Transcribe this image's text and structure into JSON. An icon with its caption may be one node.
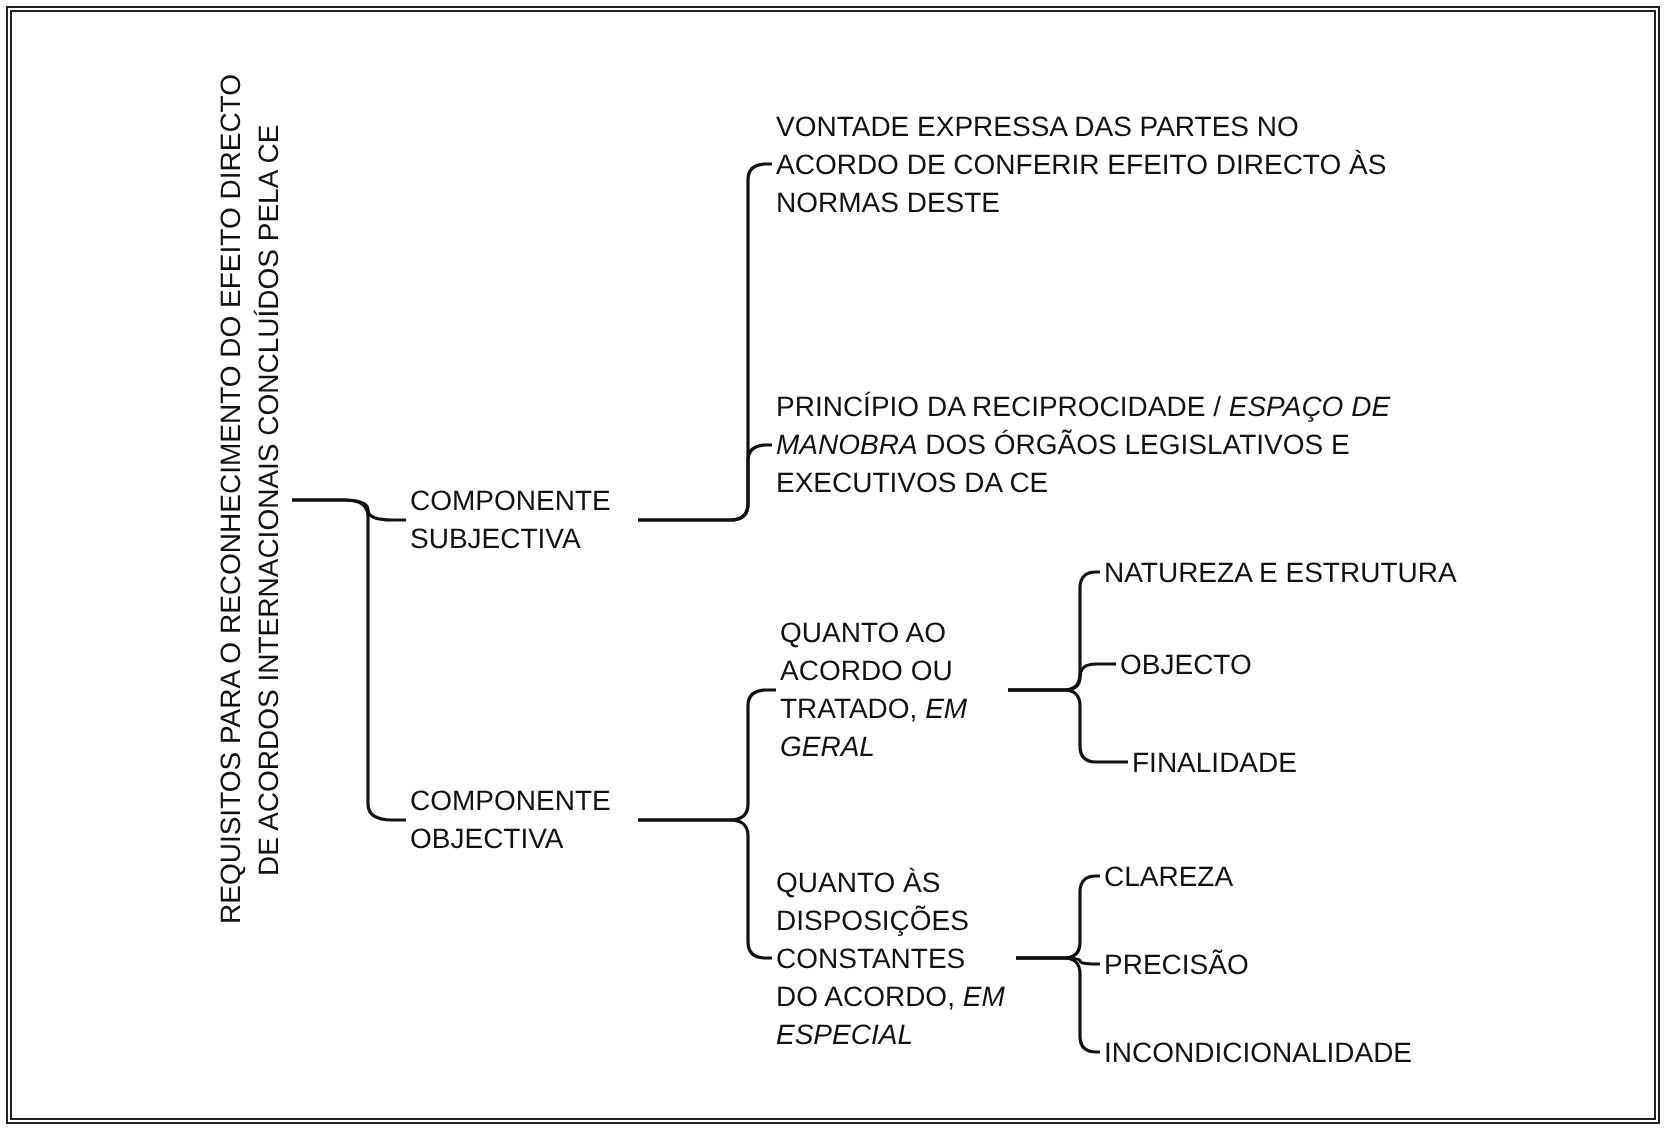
{
  "diagram": {
    "nodes": [
      {
        "text": [
          "REQUISITOS PARA O RECONHECIMENTO DO EFEITO DIRECTO DE ACORDOS INTERNACIONAIS CONCLUÍDOS PELA CE"
        ]
      },
      {
        "text": [
          "COMPONENTE SUBJECTIVA"
        ]
      },
      {
        "text": [
          "VONTADE EXPRESSA DAS PARTES NO ACORDO DE CONFERIR EFEITO DIRECTO ÀS NORMAS DESTE"
        ]
      },
      {
        "text": [
          "PRINCÍPIO DA RECIPROCIDADE / *ESPAÇO DE MANOBRA* DOS ÓRGÃOS LEGISLATIVOS E EXECUTIVOS DA CE"
        ]
      },
      {
        "text": [
          "COMPONENTE OBJECTIVA"
        ]
      },
      {
        "text": [
          "QUANTO AO ACORDO OU TRATADO, *EM GERAL*"
        ]
      },
      {
        "text": [
          "NATUREZA E ESTRUTURA"
        ]
      },
      {
        "text": [
          "OBJECTO"
        ]
      },
      {
        "text": [
          "FINALIDADE"
        ]
      },
      {
        "text": [
          "QUANTO ÀS DISPOSIÇÕES CONSTANTES DO ACORDO, *EM ESPECIAL*"
        ]
      },
      {
        "text": [
          "CLAREZA"
        ]
      },
      {
        "text": [
          "PRECISÃO"
        ]
      },
      {
        "text": [
          "INCONDICIONALIDADE"
        ]
      }
    ],
    "edges": [
      {
        "from": 0,
        "to": 1,
        "arrow": "none"
      },
      {
        "from": 0,
        "to": 4,
        "arrow": "none"
      },
      {
        "from": 1,
        "to": 2,
        "arrow": "none"
      },
      {
        "from": 1,
        "to": 3,
        "arrow": "none"
      },
      {
        "from": 4,
        "to": 5,
        "arrow": "none"
      },
      {
        "from": 4,
        "to": 9,
        "arrow": "none"
      },
      {
        "from": 5,
        "to": 6,
        "arrow": "none"
      },
      {
        "from": 5,
        "to": 7,
        "arrow": "none"
      },
      {
        "from": 5,
        "to": 8,
        "arrow": "none"
      },
      {
        "from": 9,
        "to": 10,
        "arrow": "none"
      },
      {
        "from": 9,
        "to": 11,
        "arrow": "none"
      },
      {
        "from": 9,
        "to": 12,
        "arrow": "none"
      }
    ]
  }
}
